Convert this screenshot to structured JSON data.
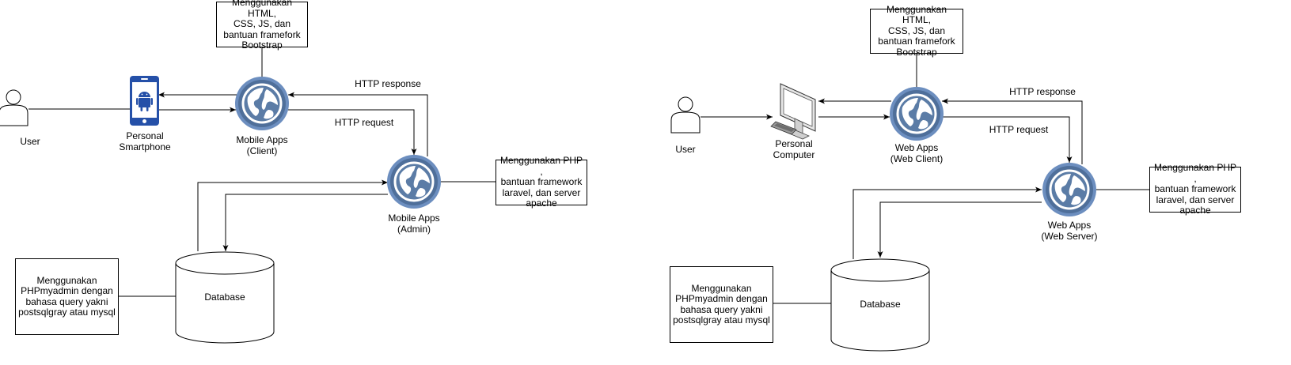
{
  "left_diagram": {
    "user_label": "User",
    "device_label": "Personal\nSmartphone",
    "client_label": "Mobile Apps\n(Client)",
    "admin_label": "Mobile Apps\n(Admin)",
    "database_label": "Database",
    "http_response": "HTTP  response",
    "http_request": "HTTP  request",
    "note_client": "Menggunakan HTML,\nCSS, JS, dan\nbantuan framefork\nBootstrap",
    "note_server": "Menggunakan PHP ,\nbantuan framework\nlaravel, dan server\napache",
    "note_database": "Menggunakan\nPHPmyadmin dengan\nbahasa query yakni\npostsqlgray atau mysql"
  },
  "right_diagram": {
    "user_label": "User",
    "device_label": "Personal\nComputer",
    "client_label": "Web Apps\n(Web Client)",
    "server_label": "Web Apps\n(Web Server)",
    "database_label": "Database",
    "http_response": "HTTP  response",
    "http_request": "HTTP  request",
    "note_client": "Menggunakan HTML,\nCSS, JS, dan\nbantuan framefork\nBootstrap",
    "note_server": "Menggunakan PHP ,\nbantuan framework\nlaravel, dan server\napache",
    "note_database": "Menggunakan\nPHPmyadmin dengan\nbahasa query yakni\npostsqlgray atau mysql"
  },
  "colors": {
    "globe_ring": "#6c8ebf",
    "globe_ring_dark": "#4f6f9a",
    "globe_face": "#5b7ca6",
    "android_phone": "#2550a8",
    "line": "#000000"
  }
}
